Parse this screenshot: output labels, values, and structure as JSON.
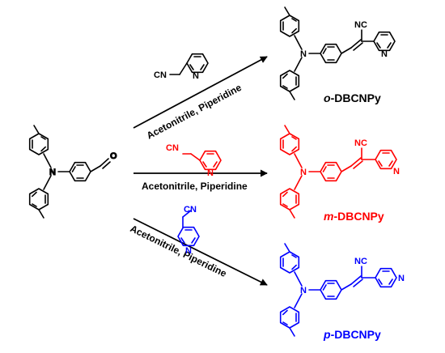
{
  "colors": {
    "ortho": "#000000",
    "meta": "#ff0000",
    "para": "#0000ff",
    "arrow": "#000000",
    "background": "#ffffff"
  },
  "atoms": {
    "nitrogen": "N",
    "oxygen": "O",
    "nitrile": "CN",
    "nitrile_product": "NC"
  },
  "routes": [
    {
      "condition": "Acetonitrile, Piperidine"
    },
    {
      "condition": "Acetonitrile, Piperidine"
    },
    {
      "condition": "Acetonitrile, Piperidine"
    }
  ],
  "products": [
    {
      "prefix": "o",
      "name": "-DBCNPy"
    },
    {
      "prefix": "m",
      "name": "-DBCNPy"
    },
    {
      "prefix": "p",
      "name": "-DBCNPy"
    }
  ]
}
